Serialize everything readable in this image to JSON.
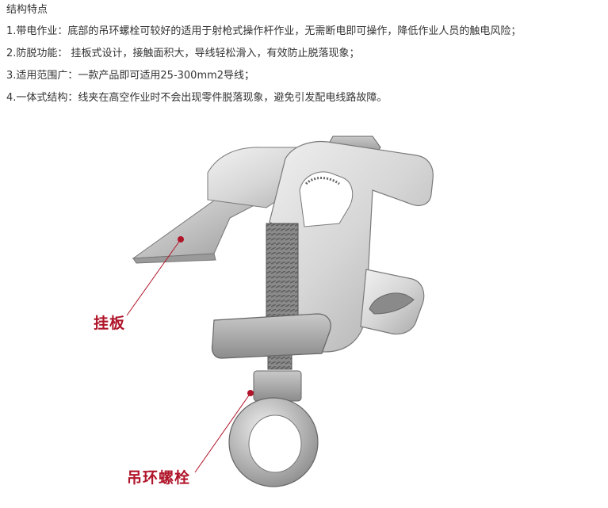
{
  "section": {
    "title": "结构特点"
  },
  "features": [
    "1.带电作业：底部的吊环螺栓可较好的适用于射枪式操作杆作业，无需断电即可操作，降低作业人员的触电风险；",
    "2.防脱功能： 挂板式设计，接触面积大，导线轻松滑入，有效防止脱落现象；",
    "3.适用范围广：一款产品即可适用25-300mm2导线；",
    "4.一体式结构：线夹在高空作业时不会出现零件脱落现象，避免引发配电线路故障。"
  ],
  "figure": {
    "callouts": [
      "挂板",
      "吊环螺栓"
    ],
    "accent_color": "#b0152a"
  }
}
